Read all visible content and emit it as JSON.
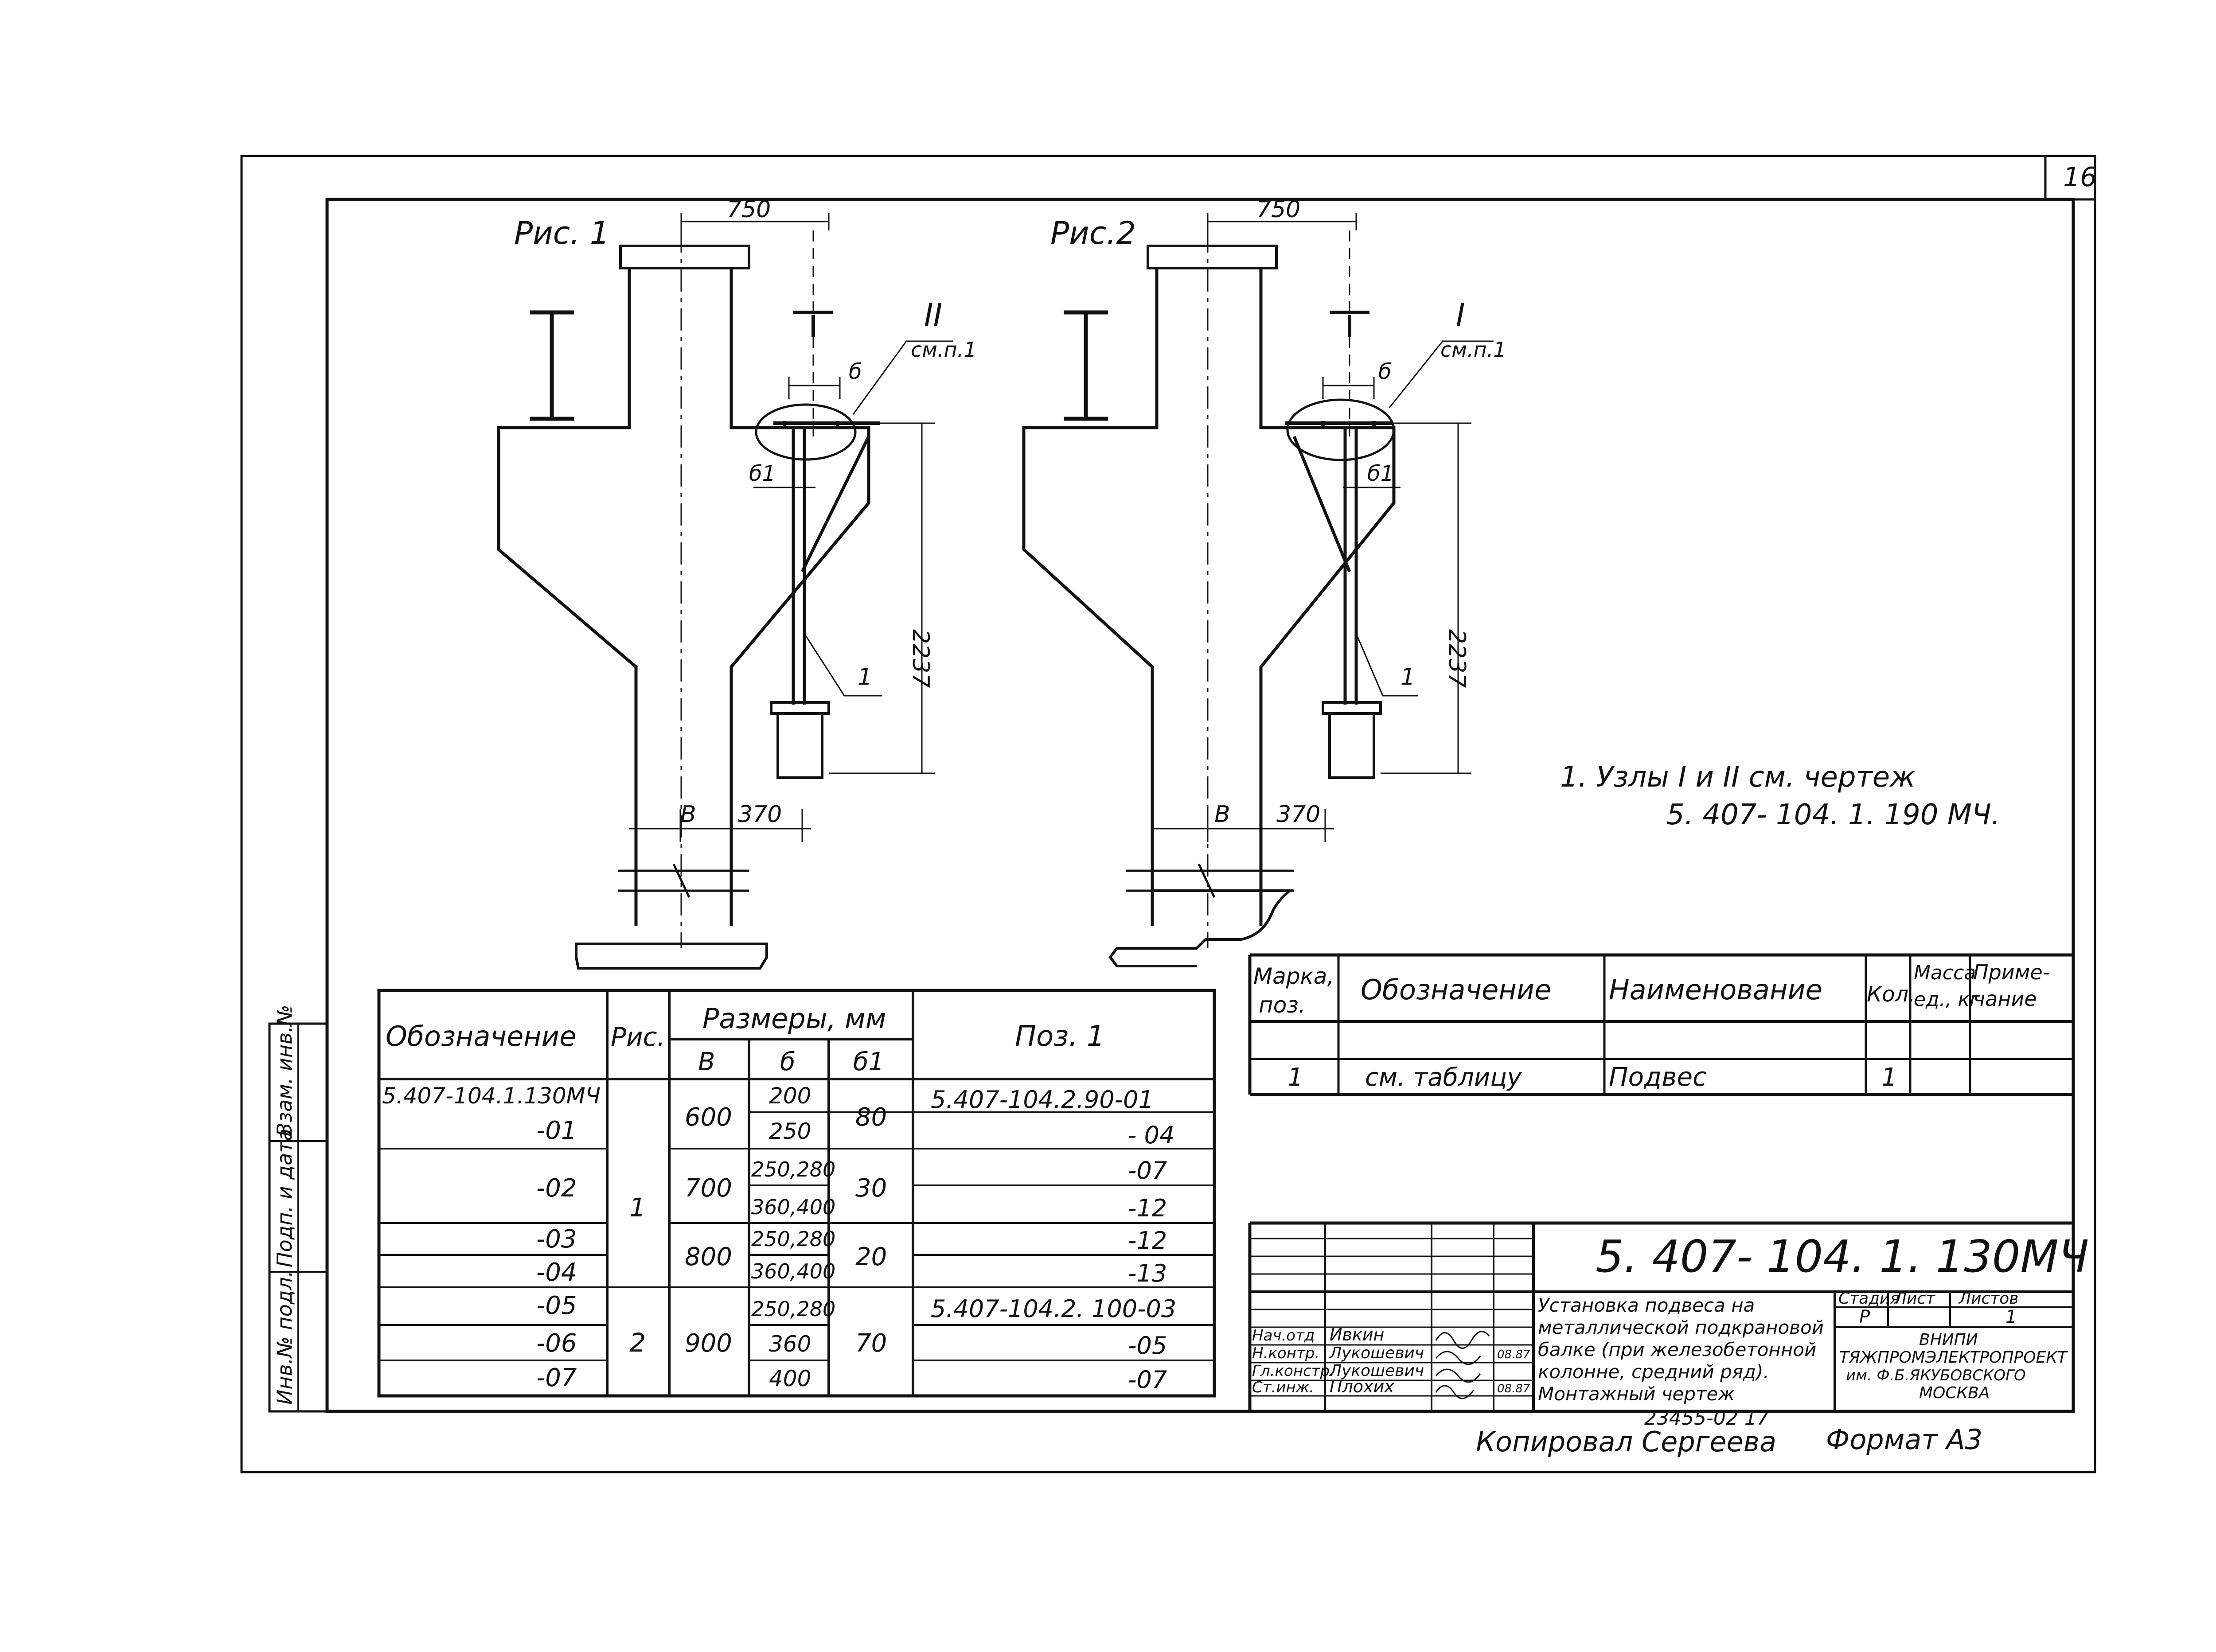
{
  "sheet_number": "16",
  "fig1": {
    "title": "Рис. 1",
    "top_dim": "750",
    "node_mark": "II",
    "node_ref": "см.п.1",
    "dim_b": "б",
    "dim_b1": "б1",
    "height_dim": "2237",
    "pos_callout": "1",
    "dim_B": "В",
    "dim_370": "370"
  },
  "fig2": {
    "title": "Рис.2",
    "top_dim": "750",
    "node_mark": "I",
    "node_ref": "см.п.1",
    "dim_b": "б",
    "dim_b1": "б1",
    "height_dim": "2237",
    "pos_callout": "1",
    "dim_B": "В",
    "dim_370": "370"
  },
  "note": {
    "line1": "1. Узлы  I и II см. чертеж",
    "line2": "5. 407- 104. 1. 190 МЧ."
  },
  "dims_table": {
    "headers": {
      "designation": "Обозначение",
      "fig": "Рис.",
      "sizes": "Размеры, мм",
      "B": "В",
      "b": "б",
      "b1": "б1",
      "pos": "Поз. 1"
    },
    "designations": [
      "5.407-104.1.130МЧ",
      "-01",
      "-02",
      "-03",
      "-04",
      "-05",
      "-06",
      "-07"
    ],
    "figs": [
      "1",
      "2"
    ],
    "B_values": [
      "600",
      "700",
      "800",
      "900"
    ],
    "b_values": [
      "200",
      "250",
      "250,280",
      "360,400",
      "250,280",
      "360,400",
      "250,280",
      "360",
      "400"
    ],
    "b1_values": [
      "80",
      "30",
      "20",
      "70"
    ],
    "pos_values": [
      "5.407-104.2.90-01",
      "- 04",
      "-07",
      "-12",
      "-12",
      "-13",
      "5.407-104.2. 100-03",
      "-05",
      "-07"
    ]
  },
  "spec_table": {
    "headers": {
      "mark": "Марка, поз.",
      "designation": "Обозначение",
      "name": "Наименование",
      "qty": "Кол.",
      "mass": "Масса ед., кг",
      "note": "Приме- чание"
    },
    "row": {
      "mark": "1",
      "designation": "см. таблицу",
      "name": "Подвес",
      "qty": "1"
    }
  },
  "title_block": {
    "doc_code": "5. 407- 104. 1. 130МЧ",
    "title_lines": [
      "Установка подвеса на",
      "металлической подкрановой",
      "балке (при железобетонной",
      "колонне, средний ряд).",
      "Монтажный чертеж"
    ],
    "roles": [
      "Нач.отд",
      "Н.контр.",
      "Гл.констр.",
      "Ст.инж."
    ],
    "names": [
      "Ивкин",
      "Лукошевич",
      "Лукошевич",
      "Плохих"
    ],
    "dates": [
      "08.87",
      "08.87"
    ],
    "stage_label": "Стадия",
    "sheet_label": "Лист",
    "sheets_label": "Листов",
    "stage": "Р",
    "sheets": "1",
    "org_lines": [
      "ВНИПИ",
      "ТЯЖПРОМЭЛЕКТРОПРОЕКТ",
      "им. Ф.Б.ЯКУБОВСКОГО",
      "МОСКВА"
    ]
  },
  "footer": {
    "archive_no": "23455-02  17",
    "copied_by": "Копировал Сергеева",
    "format": "Формат А3"
  },
  "side_stamp": [
    "Инв.№ подл.",
    "Подп. и дата",
    "Взам. инв.№"
  ]
}
